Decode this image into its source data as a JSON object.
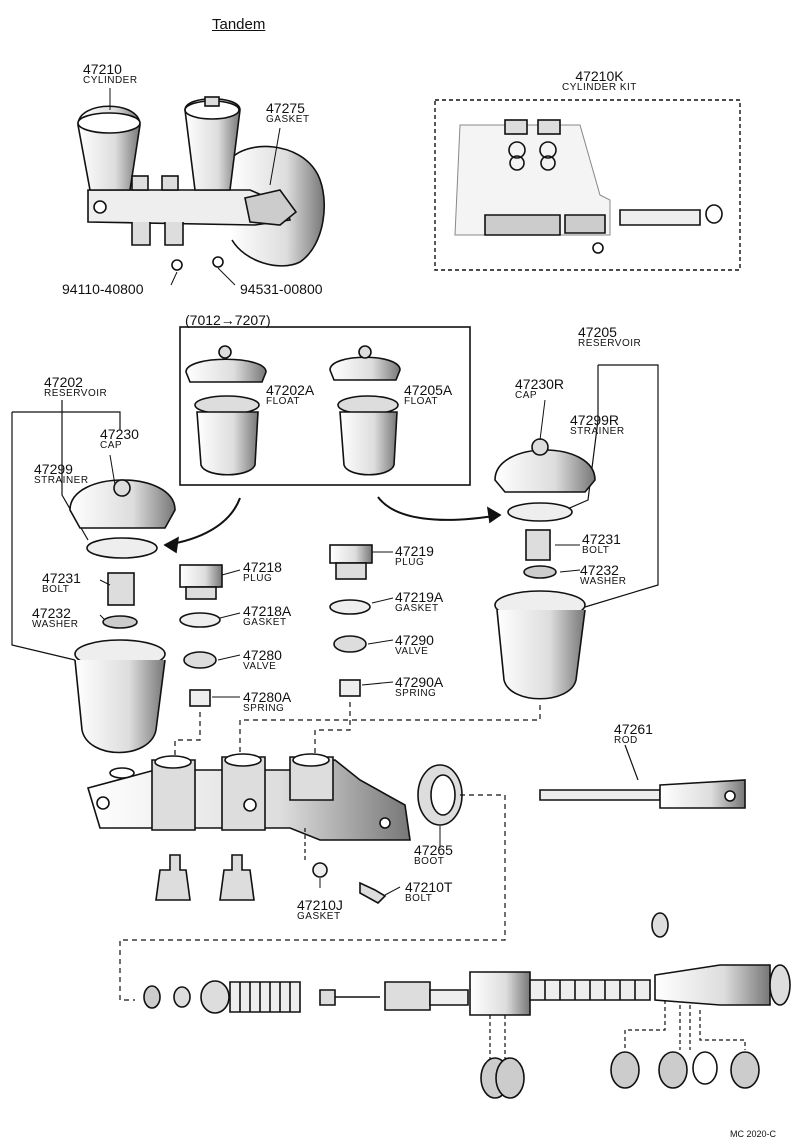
{
  "title": "Tandem",
  "caption": "MC 2020-C",
  "group_label": "(7012→7207)",
  "labels": {
    "p47210": {
      "num": "47210",
      "name": "CYLINDER"
    },
    "p47275": {
      "num": "47275",
      "name": "GASKET"
    },
    "p47210K": {
      "num": "47210K",
      "name": "CYLINDER KIT"
    },
    "p94110": {
      "num": "94110-40800"
    },
    "p94531": {
      "num": "94531-00800"
    },
    "p47202": {
      "num": "47202",
      "name": "RESERVOIR"
    },
    "p47230": {
      "num": "47230",
      "name": "CAP"
    },
    "p47299": {
      "num": "47299",
      "name": "STRAINER"
    },
    "p47231L": {
      "num": "47231",
      "name": "BOLT"
    },
    "p47232L": {
      "num": "47232",
      "name": "WASHER"
    },
    "p47202A": {
      "num": "47202A",
      "name": "FLOAT"
    },
    "p47205A": {
      "num": "47205A",
      "name": "FLOAT"
    },
    "p47205": {
      "num": "47205",
      "name": "RESERVOIR"
    },
    "p47230R": {
      "num": "47230R",
      "name": "CAP"
    },
    "p47299R": {
      "num": "47299R",
      "name": "STRAINER"
    },
    "p47231R": {
      "num": "47231",
      "name": "BOLT"
    },
    "p47232R": {
      "num": "47232",
      "name": "WASHER"
    },
    "p47218": {
      "num": "47218",
      "name": "PLUG"
    },
    "p47218A": {
      "num": "47218A",
      "name": "GASKET"
    },
    "p47280": {
      "num": "47280",
      "name": "VALVE"
    },
    "p47280A": {
      "num": "47280A",
      "name": "SPRING"
    },
    "p47219": {
      "num": "47219",
      "name": "PLUG"
    },
    "p47219A": {
      "num": "47219A",
      "name": "GASKET"
    },
    "p47290": {
      "num": "47290",
      "name": "VALVE"
    },
    "p47290A": {
      "num": "47290A",
      "name": "SPRING"
    },
    "p47261": {
      "num": "47261",
      "name": "ROD"
    },
    "p47265": {
      "num": "47265",
      "name": "BOOT"
    },
    "p47210J": {
      "num": "47210J",
      "name": "GASKET"
    },
    "p47210T": {
      "num": "47210T",
      "name": "BOLT"
    }
  }
}
